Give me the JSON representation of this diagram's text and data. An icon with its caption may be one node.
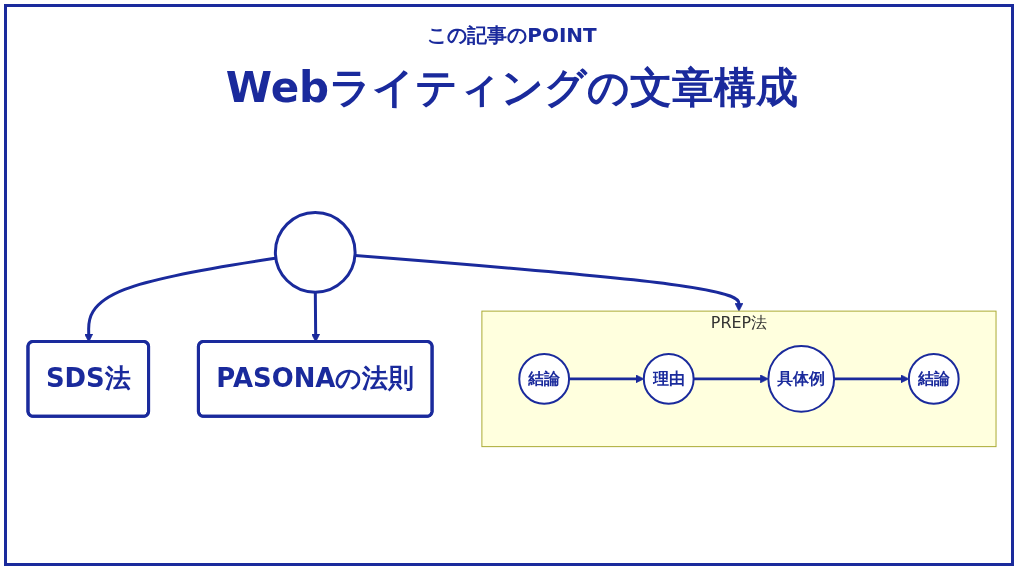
{
  "diagram": {
    "title": "Webライティングの文章構成",
    "nodes": [
      {
        "text": [],
        "shape": "circle"
      },
      {
        "text": [
          "PREP法"
        ]
      },
      {
        "text": [
          "結論"
        ],
        "in": 1
      },
      {
        "text": [
          "理由"
        ],
        "in": 1
      },
      {
        "text": [
          "具体例"
        ],
        "in": 1
      },
      {
        "text": [
          "結論"
        ],
        "in": 1
      },
      {
        "text": [
          "SDS法"
        ]
      },
      {
        "text": [
          "PASONAの法則"
        ]
      }
    ],
    "edges": [
      {
        "from": 0,
        "to": 1,
        "arrow": "to"
      },
      {
        "from": 0,
        "to": 6,
        "arrow": "to"
      },
      {
        "from": 0,
        "to": 7,
        "arrow": "to"
      },
      {
        "from": 2,
        "to": 3,
        "arrow": "to"
      },
      {
        "from": 3,
        "to": 4,
        "arrow": "to"
      },
      {
        "from": 4,
        "to": 5,
        "arrow": "to"
      }
    ],
    "labels": [
      "この記事のPOINT"
    ]
  }
}
